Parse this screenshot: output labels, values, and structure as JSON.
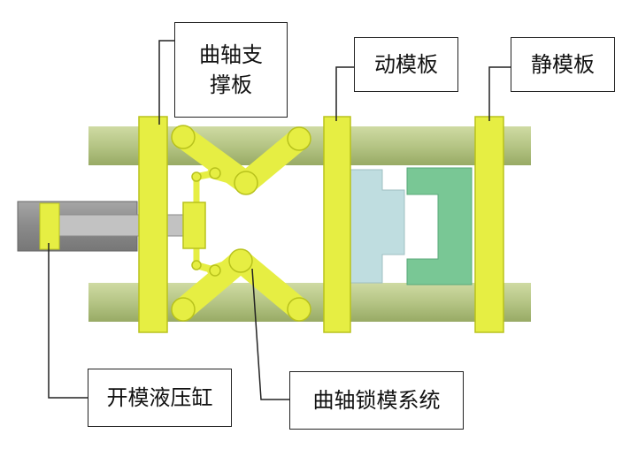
{
  "labels": {
    "crank_support_plate": "曲轴支\n撑板",
    "moving_platen": "动模板",
    "fixed_platen": "静模板",
    "open_cylinder": "开模液压缸",
    "crank_clamp_system": "曲轴锁模系统"
  },
  "colors": {
    "rod": "#b5c585",
    "rod_shade": "#9aab69",
    "plate": "#e6ee43",
    "plate_stroke": "#b8c21c",
    "cylinder_body": "#8e8e8e",
    "piston_rod": "#c4c4c4",
    "moving_mold": "#bfdde0",
    "fixed_mold": "#79c795",
    "leader": "#222222"
  }
}
